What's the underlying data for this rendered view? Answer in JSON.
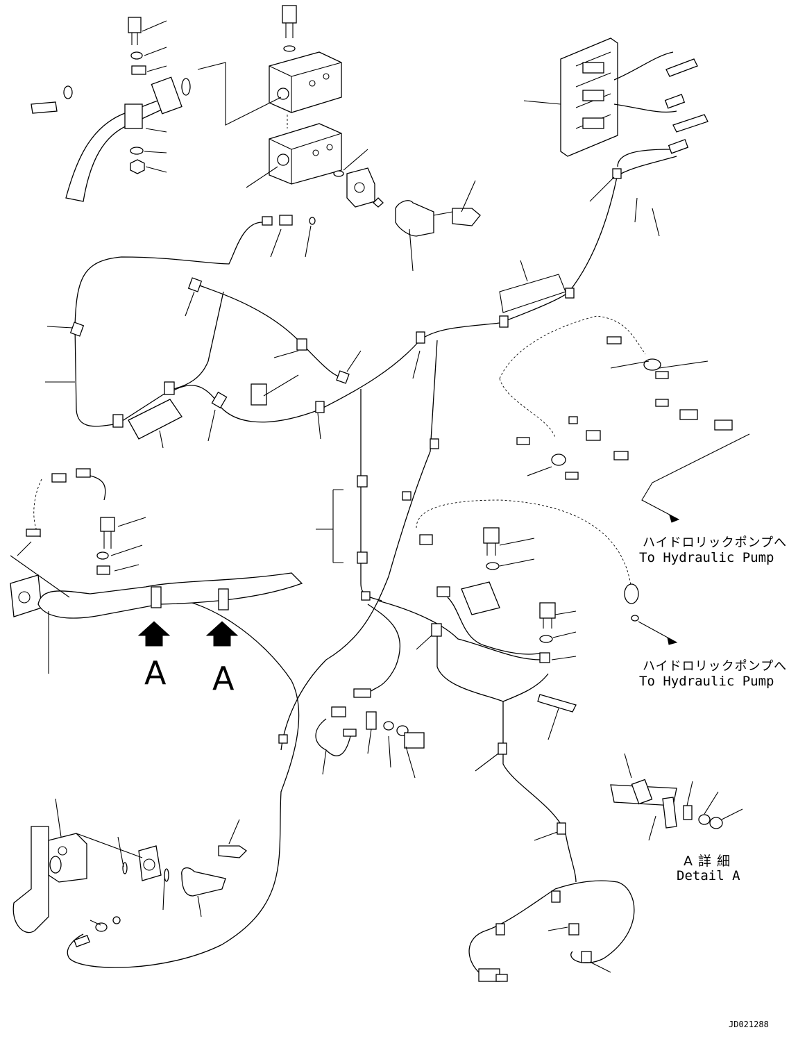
{
  "diagram": {
    "callout_pump_1": {
      "ja": "ハイドロリックポンプへ",
      "en": "To Hydraulic Pump"
    },
    "callout_pump_2": {
      "ja": "ハイドロリックポンプへ",
      "en": "To Hydraulic Pump"
    },
    "view_marks": [
      "A",
      "A"
    ],
    "detail": {
      "ja": "A 詳 細",
      "en": "Detail A"
    },
    "drawing_code": "JD021288"
  }
}
